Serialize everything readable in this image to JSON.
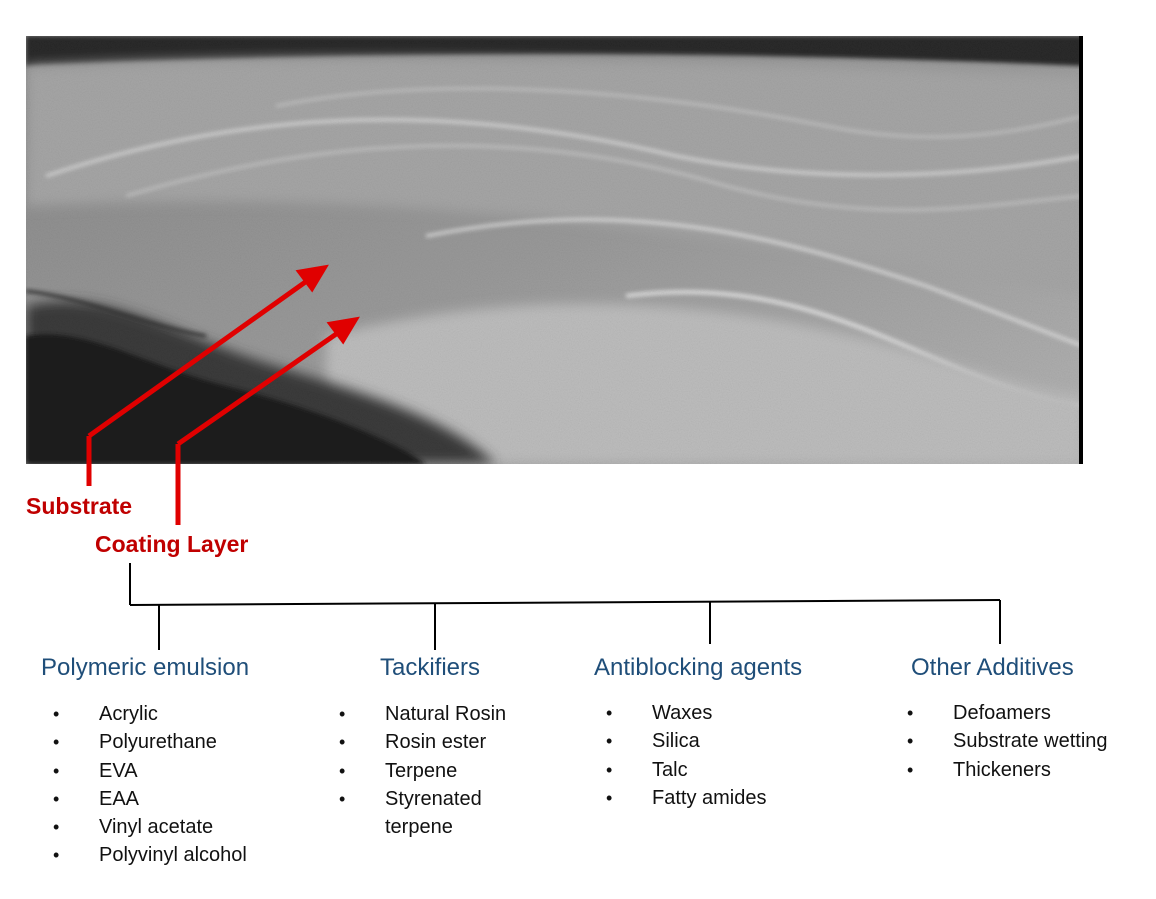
{
  "image": {
    "description": "SEM micrograph of coated substrate surface",
    "arrow_color": "#e00000"
  },
  "labels": {
    "substrate": "Substrate",
    "coating_layer": "Coating Layer"
  },
  "categories": [
    {
      "title": "Polymeric emulsion",
      "items": [
        "Acrylic",
        "Polyurethane",
        "EVA",
        "EAA",
        "Vinyl acetate",
        "Polyvinyl alcohol"
      ]
    },
    {
      "title": "Tackifiers",
      "items": [
        "Natural Rosin",
        "Rosin ester",
        "Terpene",
        "Styrenated\nterpene"
      ]
    },
    {
      "title": "Antiblocking agents",
      "items": [
        "Waxes",
        "Silica",
        "Talc",
        "Fatty amides"
      ]
    },
    {
      "title": "Other Additives",
      "items": [
        "Defoamers",
        "Substrate wetting",
        "Thickeners"
      ]
    }
  ],
  "colors": {
    "label_red": "#c00000",
    "category_blue": "#1f4e79"
  }
}
